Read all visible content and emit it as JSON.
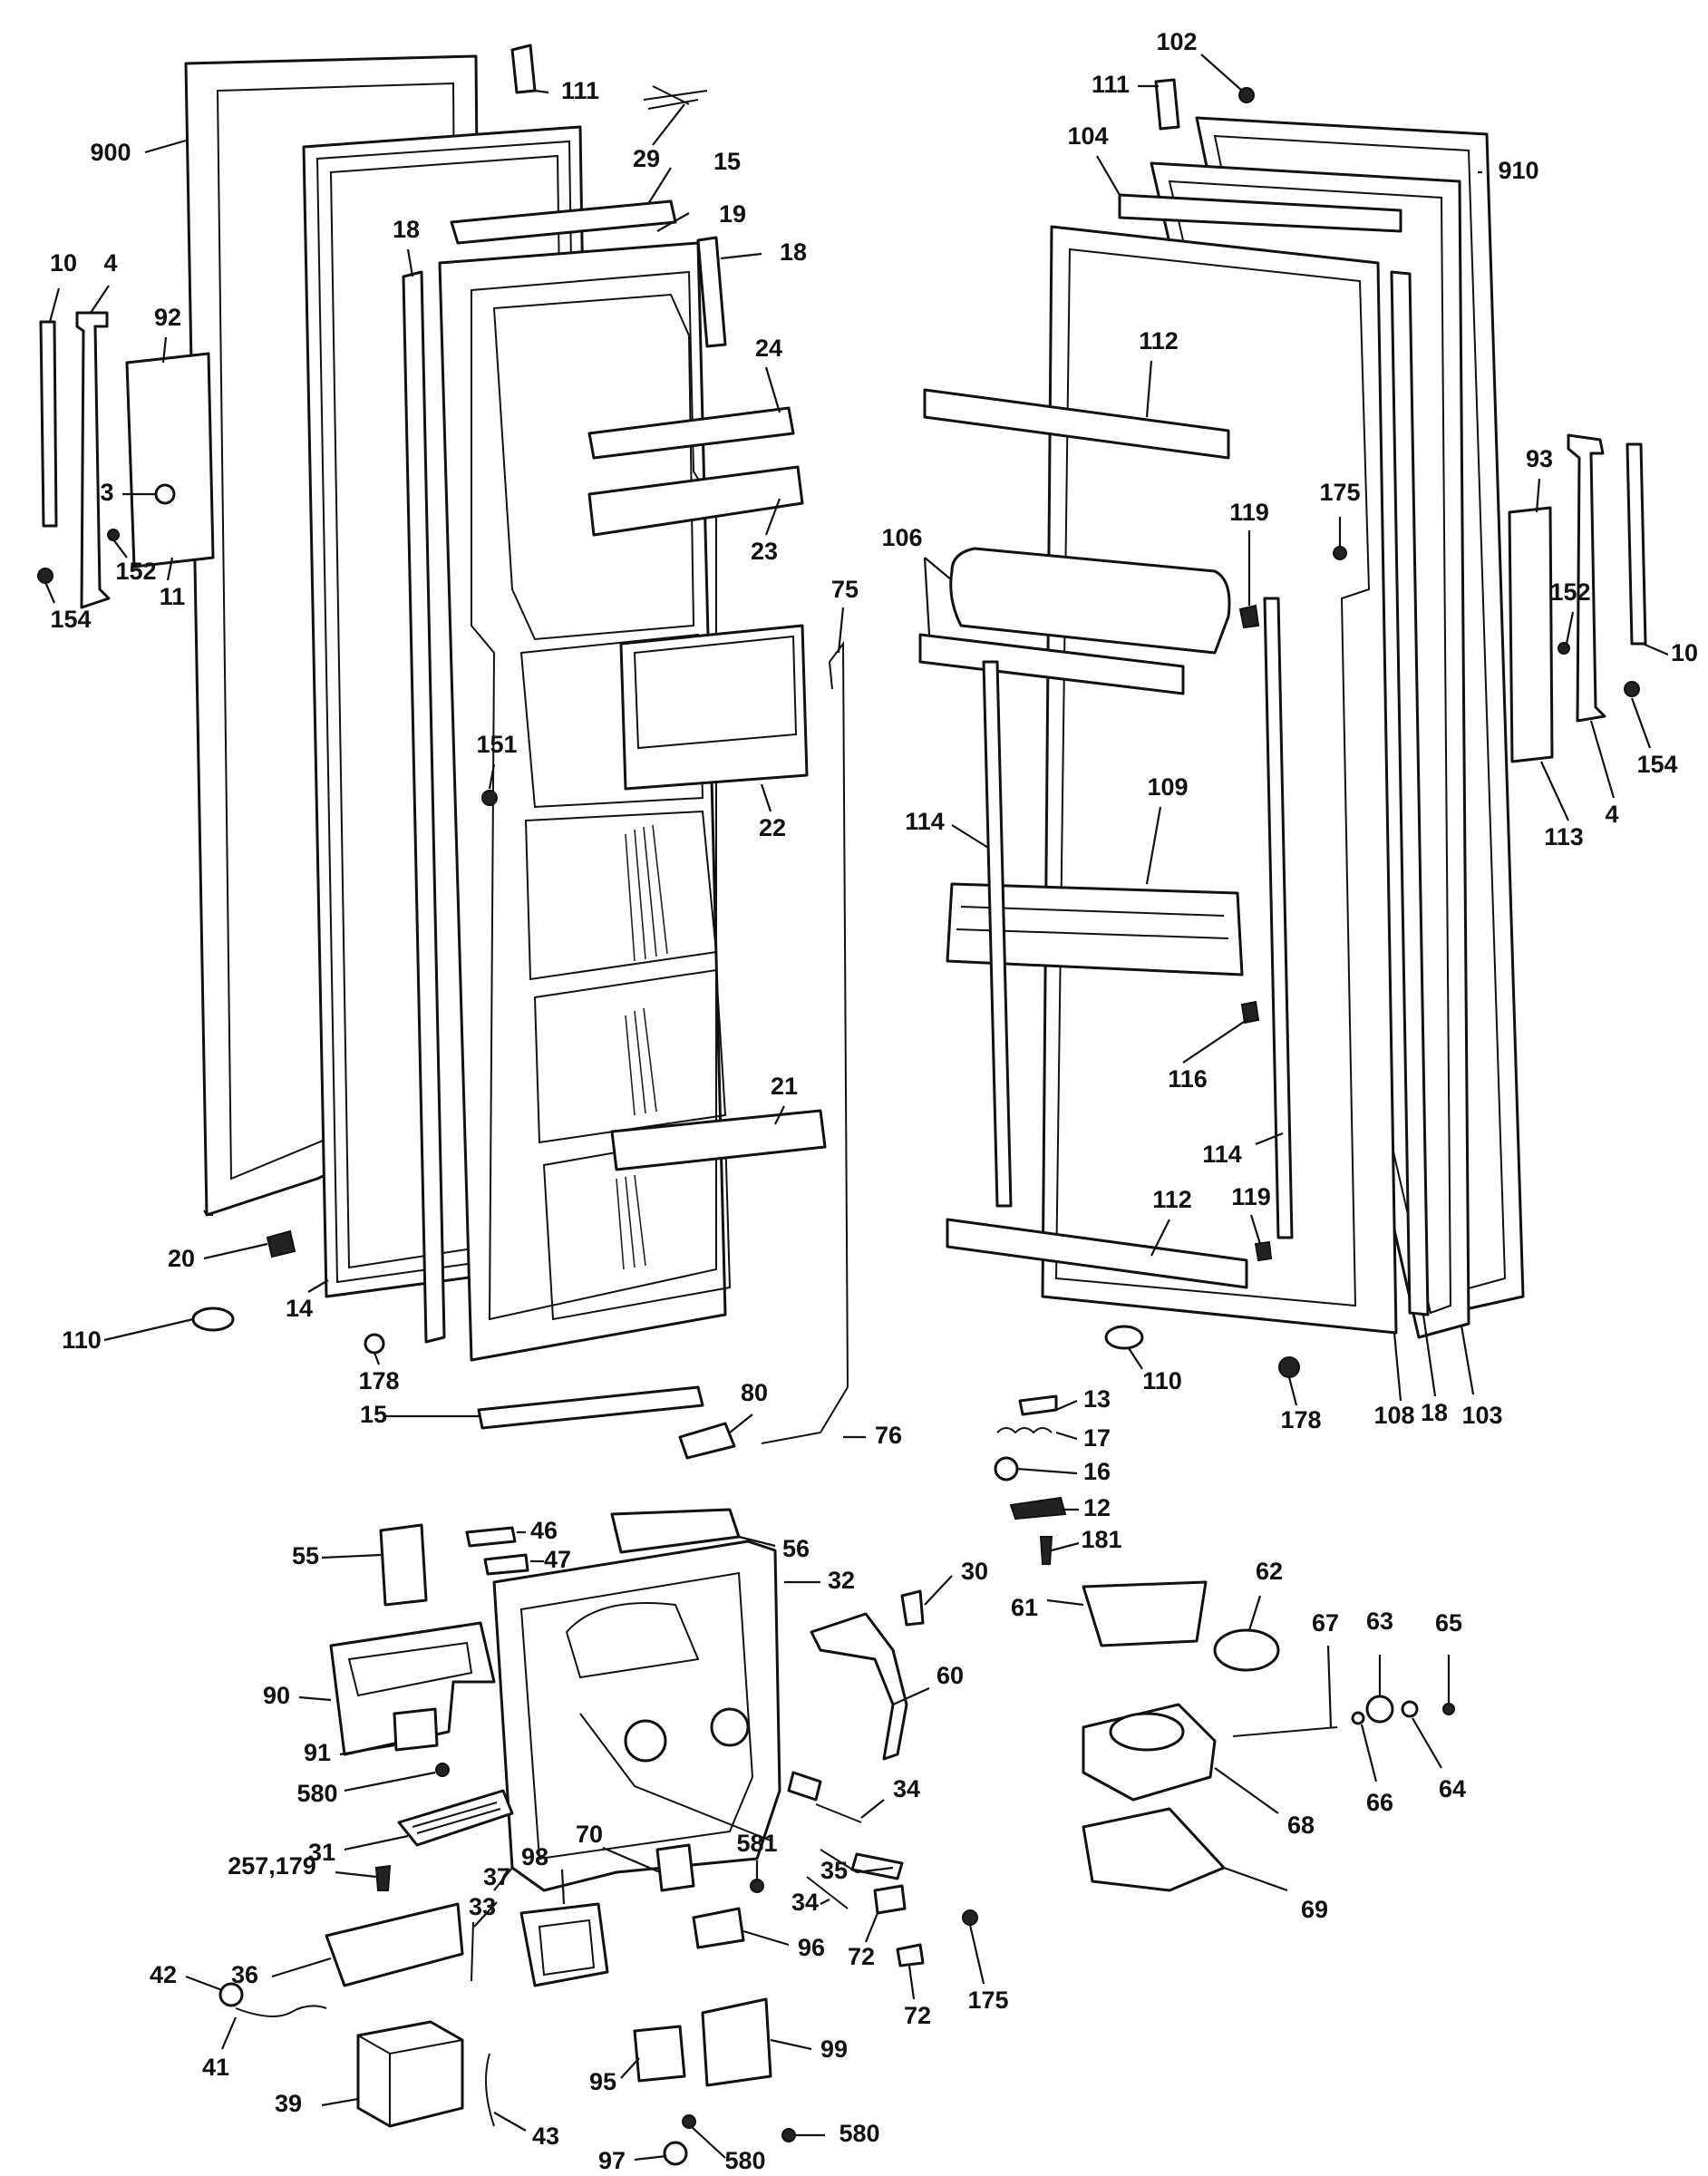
{
  "diagram": {
    "ink_color": "#111111",
    "paper_color": "#ffffff",
    "callouts": [
      {
        "id": "c900a",
        "text": "900"
      },
      {
        "id": "c111a",
        "text": "111"
      },
      {
        "id": "c29",
        "text": "29"
      },
      {
        "id": "c15a",
        "text": "15"
      },
      {
        "id": "c19",
        "text": "19"
      },
      {
        "id": "c18a",
        "text": "18"
      },
      {
        "id": "c18b",
        "text": "18"
      },
      {
        "id": "c10a",
        "text": "10"
      },
      {
        "id": "c4a",
        "text": "4"
      },
      {
        "id": "c92",
        "text": "92"
      },
      {
        "id": "c3",
        "text": "3"
      },
      {
        "id": "c152a",
        "text": "152"
      },
      {
        "id": "c11",
        "text": "11"
      },
      {
        "id": "c154a",
        "text": "154"
      },
      {
        "id": "c24",
        "text": "24"
      },
      {
        "id": "c23",
        "text": "23"
      },
      {
        "id": "c75",
        "text": "75"
      },
      {
        "id": "c151",
        "text": "151"
      },
      {
        "id": "c22",
        "text": "22"
      },
      {
        "id": "c21",
        "text": "21"
      },
      {
        "id": "c20",
        "text": "20"
      },
      {
        "id": "c14",
        "text": "14"
      },
      {
        "id": "c110a",
        "text": "110"
      },
      {
        "id": "c178a",
        "text": "178"
      },
      {
        "id": "c15b",
        "text": "15"
      },
      {
        "id": "c80",
        "text": "80"
      },
      {
        "id": "c76",
        "text": "76"
      },
      {
        "id": "c102",
        "text": "102"
      },
      {
        "id": "c111b",
        "text": "111"
      },
      {
        "id": "c104",
        "text": "104"
      },
      {
        "id": "c910",
        "text": "910"
      },
      {
        "id": "c112a",
        "text": "112"
      },
      {
        "id": "c93",
        "text": "93"
      },
      {
        "id": "c175a",
        "text": "175"
      },
      {
        "id": "c119a",
        "text": "119"
      },
      {
        "id": "c106",
        "text": "106"
      },
      {
        "id": "c152b",
        "text": "152"
      },
      {
        "id": "c10b",
        "text": "10"
      },
      {
        "id": "c154b",
        "text": "154"
      },
      {
        "id": "c4b",
        "text": "4"
      },
      {
        "id": "c113",
        "text": "113"
      },
      {
        "id": "c114a",
        "text": "114"
      },
      {
        "id": "c109",
        "text": "109"
      },
      {
        "id": "c116",
        "text": "116"
      },
      {
        "id": "c114b",
        "text": "114"
      },
      {
        "id": "c112b",
        "text": "112"
      },
      {
        "id": "c119b",
        "text": "119"
      },
      {
        "id": "c110b",
        "text": "110"
      },
      {
        "id": "c178b",
        "text": "178"
      },
      {
        "id": "c108",
        "text": "108"
      },
      {
        "id": "c18c",
        "text": "18"
      },
      {
        "id": "c103",
        "text": "103"
      },
      {
        "id": "c13",
        "text": "13"
      },
      {
        "id": "c17",
        "text": "17"
      },
      {
        "id": "c16",
        "text": "16"
      },
      {
        "id": "c12",
        "text": "12"
      },
      {
        "id": "c181",
        "text": "181"
      },
      {
        "id": "c55",
        "text": "55"
      },
      {
        "id": "c46",
        "text": "46"
      },
      {
        "id": "c47",
        "text": "47"
      },
      {
        "id": "c56",
        "text": "56"
      },
      {
        "id": "c32",
        "text": "32"
      },
      {
        "id": "c30",
        "text": "30"
      },
      {
        "id": "c61",
        "text": "61"
      },
      {
        "id": "c62",
        "text": "62"
      },
      {
        "id": "c67",
        "text": "67"
      },
      {
        "id": "c63",
        "text": "63"
      },
      {
        "id": "c65",
        "text": "65"
      },
      {
        "id": "c60",
        "text": "60"
      },
      {
        "id": "c90",
        "text": "90"
      },
      {
        "id": "c91",
        "text": "91"
      },
      {
        "id": "c580a",
        "text": "580"
      },
      {
        "id": "c31",
        "text": "31"
      },
      {
        "id": "c33",
        "text": "33"
      },
      {
        "id": "c34a",
        "text": "34"
      },
      {
        "id": "c35",
        "text": "35"
      },
      {
        "id": "c66",
        "text": "66"
      },
      {
        "id": "c64",
        "text": "64"
      },
      {
        "id": "c68",
        "text": "68"
      },
      {
        "id": "c69",
        "text": "69"
      },
      {
        "id": "c257",
        "text": "257,179"
      },
      {
        "id": "c70",
        "text": "70"
      },
      {
        "id": "c37",
        "text": "37"
      },
      {
        "id": "c98",
        "text": "98"
      },
      {
        "id": "c581",
        "text": "581"
      },
      {
        "id": "c34b",
        "text": "34"
      },
      {
        "id": "c36",
        "text": "36"
      },
      {
        "id": "c42",
        "text": "42"
      },
      {
        "id": "c96",
        "text": "96"
      },
      {
        "id": "c72a",
        "text": "72"
      },
      {
        "id": "c175b",
        "text": "175"
      },
      {
        "id": "c72b",
        "text": "72"
      },
      {
        "id": "c41",
        "text": "41"
      },
      {
        "id": "c39",
        "text": "39"
      },
      {
        "id": "c95",
        "text": "95"
      },
      {
        "id": "c99",
        "text": "99"
      },
      {
        "id": "c43",
        "text": "43"
      },
      {
        "id": "c97",
        "text": "97"
      },
      {
        "id": "c580b",
        "text": "580"
      },
      {
        "id": "c580c",
        "text": "580"
      }
    ]
  }
}
